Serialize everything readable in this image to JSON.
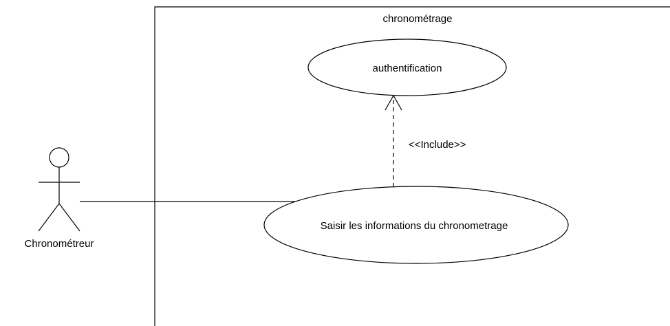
{
  "diagram": {
    "type": "use-case",
    "system_boundary": {
      "name": "chronométrage"
    },
    "actors": [
      {
        "name": "Chronométreur"
      }
    ],
    "use_cases": [
      {
        "name": "authentification"
      },
      {
        "name": "Saisir les informations du chronometrage"
      }
    ],
    "relationships": [
      {
        "type": "association",
        "from": "Chronométreur",
        "to": "Saisir les informations du chronometrage"
      },
      {
        "type": "include",
        "label": "<<Include>>",
        "from": "Saisir les informations du chronometrage",
        "to": "authentification"
      }
    ]
  }
}
